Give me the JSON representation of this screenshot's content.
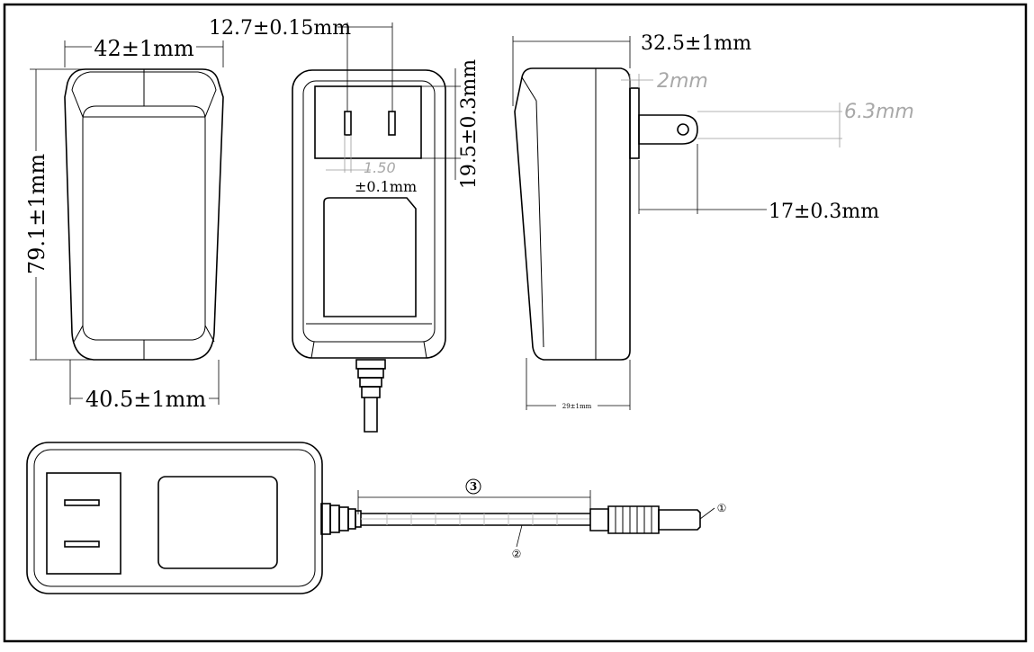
{
  "dimensions": {
    "front_width_top": "42±1mm",
    "front_height": "79.1±1mm",
    "front_width_bottom": "40.5±1mm",
    "pin_spacing": "12.7±0.15mm",
    "pin_length_face": "19.5±0.3mm",
    "pin_thickness_value": "1.50",
    "pin_thickness_tol": "±0.1mm",
    "side_depth": "32.5±1mm",
    "base_thickness": "2mm",
    "pin_hole": "6.3mm",
    "pin_length": "17±0.3mm",
    "side_body_depth": "29±1mm"
  },
  "callouts": {
    "plug_tip": "①",
    "cable": "②",
    "cable_length": "3"
  }
}
